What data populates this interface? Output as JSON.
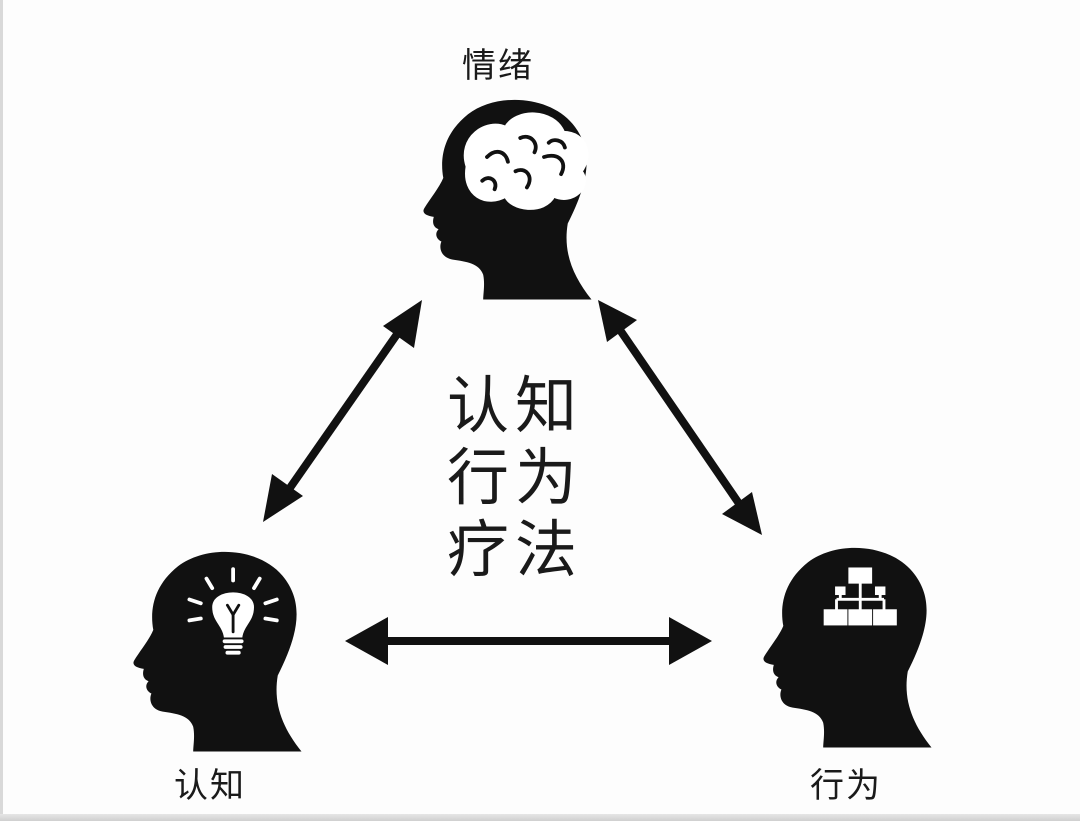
{
  "nodes": {
    "emotion": {
      "label": "情绪",
      "icon": "brain-icon"
    },
    "cognition": {
      "label": "认知",
      "icon": "lightbulb-icon"
    },
    "behavior": {
      "label": "行为",
      "icon": "flowchart-icon"
    }
  },
  "center_title": {
    "line1": "认知",
    "line2": "行为",
    "line3": "疗法"
  },
  "colors": {
    "ink": "#111111",
    "background": "#ffffff"
  }
}
